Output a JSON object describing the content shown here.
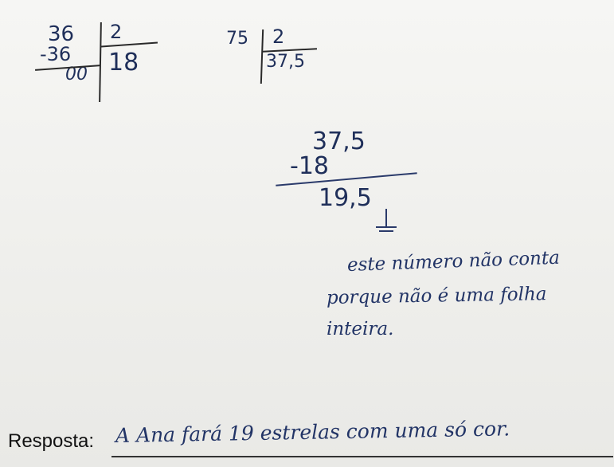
{
  "division1": {
    "dividend": "36",
    "divisor": "2",
    "subtrahend": "-36",
    "remainder": "00",
    "quotient": "18"
  },
  "division2": {
    "dividend": "75",
    "divisor": "2",
    "quotient": "37,5"
  },
  "subtraction": {
    "top": "37,5",
    "bottom": "-18",
    "result": "19,5"
  },
  "note": {
    "line1": "este número não conta",
    "line2": "porque não é uma folha",
    "line3": "inteira."
  },
  "answer": {
    "label": "Resposta:",
    "text": "A Ana fará 19 estrelas com uma só cor."
  }
}
